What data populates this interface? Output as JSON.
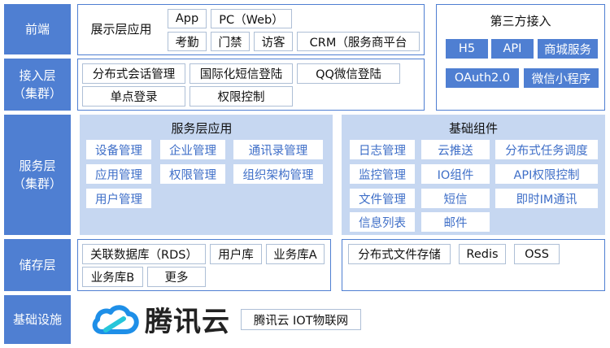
{
  "layers": {
    "frontend": "前端",
    "access": "接入层\n（集群）",
    "service": "服务层\n（集群）",
    "storage": "储存层",
    "infra": "基础设施"
  },
  "presentation": {
    "title": "展示层应用",
    "items": [
      "App",
      "PC（Web）",
      "考勤",
      "门禁",
      "访客",
      "CRM（服务商平台"
    ]
  },
  "third_party": {
    "title": "第三方接入",
    "items": [
      "H5",
      "API",
      "商城服务",
      "OAuth2.0",
      "微信小程序"
    ]
  },
  "access": {
    "items": [
      "分布式会话管理",
      "国际化短信登陆",
      "QQ微信登陆",
      "单点登录",
      "权限控制"
    ]
  },
  "service_apps": {
    "title": "服务层应用",
    "items": [
      "设备管理",
      "企业管理",
      "通讯录管理",
      "应用管理",
      "权限管理",
      "组织架构管理",
      "用户管理"
    ]
  },
  "base_components": {
    "title": "基础组件",
    "items": [
      "日志管理",
      "云推送",
      "分布式任务调度",
      "监控管理",
      "IO组件",
      "API权限控制",
      "文件管理",
      "短信",
      "即时IM通讯",
      "信息列表",
      "邮件"
    ]
  },
  "storage_db": {
    "items": [
      "关联数据库（RDS）",
      "用户库",
      "业务库A",
      "业务库B",
      "更多"
    ]
  },
  "storage_file": {
    "items": [
      "分布式文件存储",
      "Redis",
      "OSS"
    ]
  },
  "infra": {
    "logo_text": "腾讯云",
    "iot": "腾讯云  IOT物联网"
  },
  "colors": {
    "primary": "#4f7fd2",
    "panel_fill": "#c6d7f1",
    "light_text": "#3f6fc8",
    "logo_blue": "#1e8fe8"
  }
}
